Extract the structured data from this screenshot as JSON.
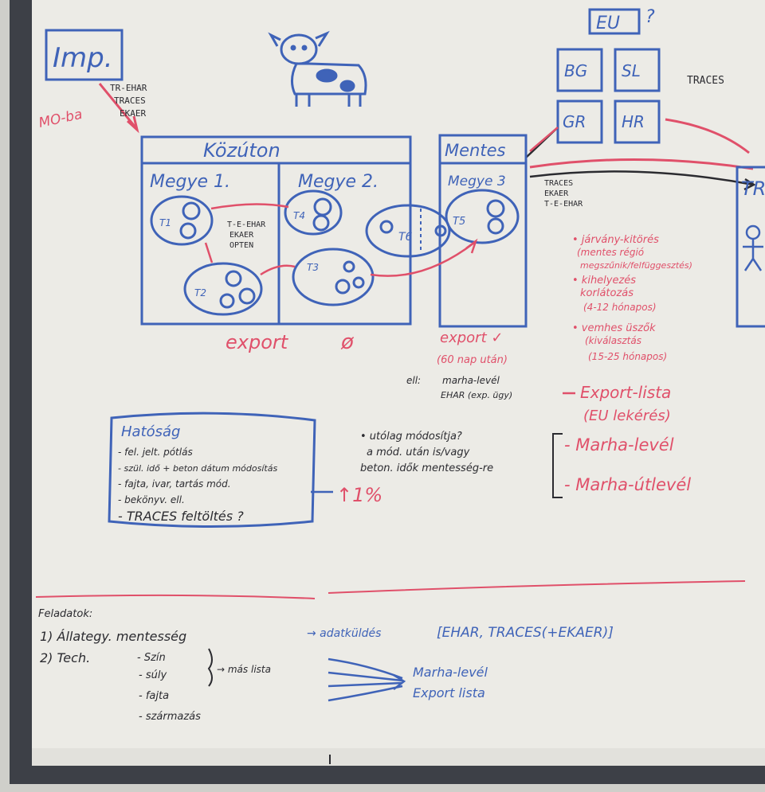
{
  "colors": {
    "board": "#ecebe6",
    "frame": "#3d4047",
    "blue_marker": "#3f63b8",
    "red_marker": "#e0506a",
    "black_marker": "#2b2b30"
  },
  "top": {
    "imp_label": "Imp.",
    "mo_label": "MO-ba",
    "import_docs": [
      "TR-EHAR",
      "TRACES",
      "EKAER"
    ],
    "eu_label": "EU",
    "eu_question": "?",
    "countries": [
      "BG",
      "SL",
      "GR",
      "HR"
    ],
    "traces_label": "TRACES",
    "route_docs": [
      "TRACES",
      "EKAER",
      "T-E-EHAR"
    ],
    "right_box_label": "TR"
  },
  "frame": {
    "header": "Közúton",
    "county1": "Megye 1.",
    "county2": "Megye 2.",
    "mentes_header": "Mentes",
    "county3": "Megye 3",
    "center_docs": [
      "T-E-EHAR",
      "EKAER",
      "OPTEN"
    ],
    "nodes": [
      "T1",
      "T2",
      "T4",
      "T3",
      "T6",
      "T5"
    ],
    "export_label": "export",
    "export_symbol": "ø"
  },
  "notes_red": [
    "• járvány-kitörés",
    "(mentes régió",
    "megszűnik/felfüggesztés)",
    "• kihelyezés",
    "korlátozás",
    "(4-12 hónapos)",
    "• vemhes üszők",
    "(kiválasztás",
    "(15-25 hónapos)"
  ],
  "export_block": {
    "label": "export ✓",
    "sub": "(60 nap után)",
    "ell": "ell:",
    "line1": "marha-levél",
    "line2": "EHAR (exp. ügy)",
    "export_lines": "Export-lista",
    "eu_lines": "(EU lekérés)"
  },
  "middle": {
    "bullet1": "• utólag módosítja?",
    "bullet2": "a mód. után is/vagy",
    "bullet3": "beton. idők mentesség-re",
    "red_right1": "- Marha-levél",
    "red_right2": "- Marha-útlevél"
  },
  "hatosag": {
    "title": "Hatóság",
    "items": [
      "- fel. jelt. pótlás",
      "- szül. idő + beton dátum módosítás",
      "- fajta, ivar, tartás mód.",
      "- bekönyv. ell.",
      "- TRACES feltöltés ?"
    ],
    "arrow_value": "↑1%"
  },
  "bottom": {
    "title": "Feladatok:",
    "item1": "1) Állategy. mentesség",
    "item2": "2) Tech.",
    "subitems": [
      "- Szín",
      "- súly",
      "- fajta",
      "- származás"
    ],
    "brace_note": "→ más lista",
    "delivery": "→ adatküldés",
    "bracket_text": "[EHAR, TRACES(+EKAER)]",
    "blue_note1": "Marha-levél",
    "blue_note2": "Export lista"
  }
}
